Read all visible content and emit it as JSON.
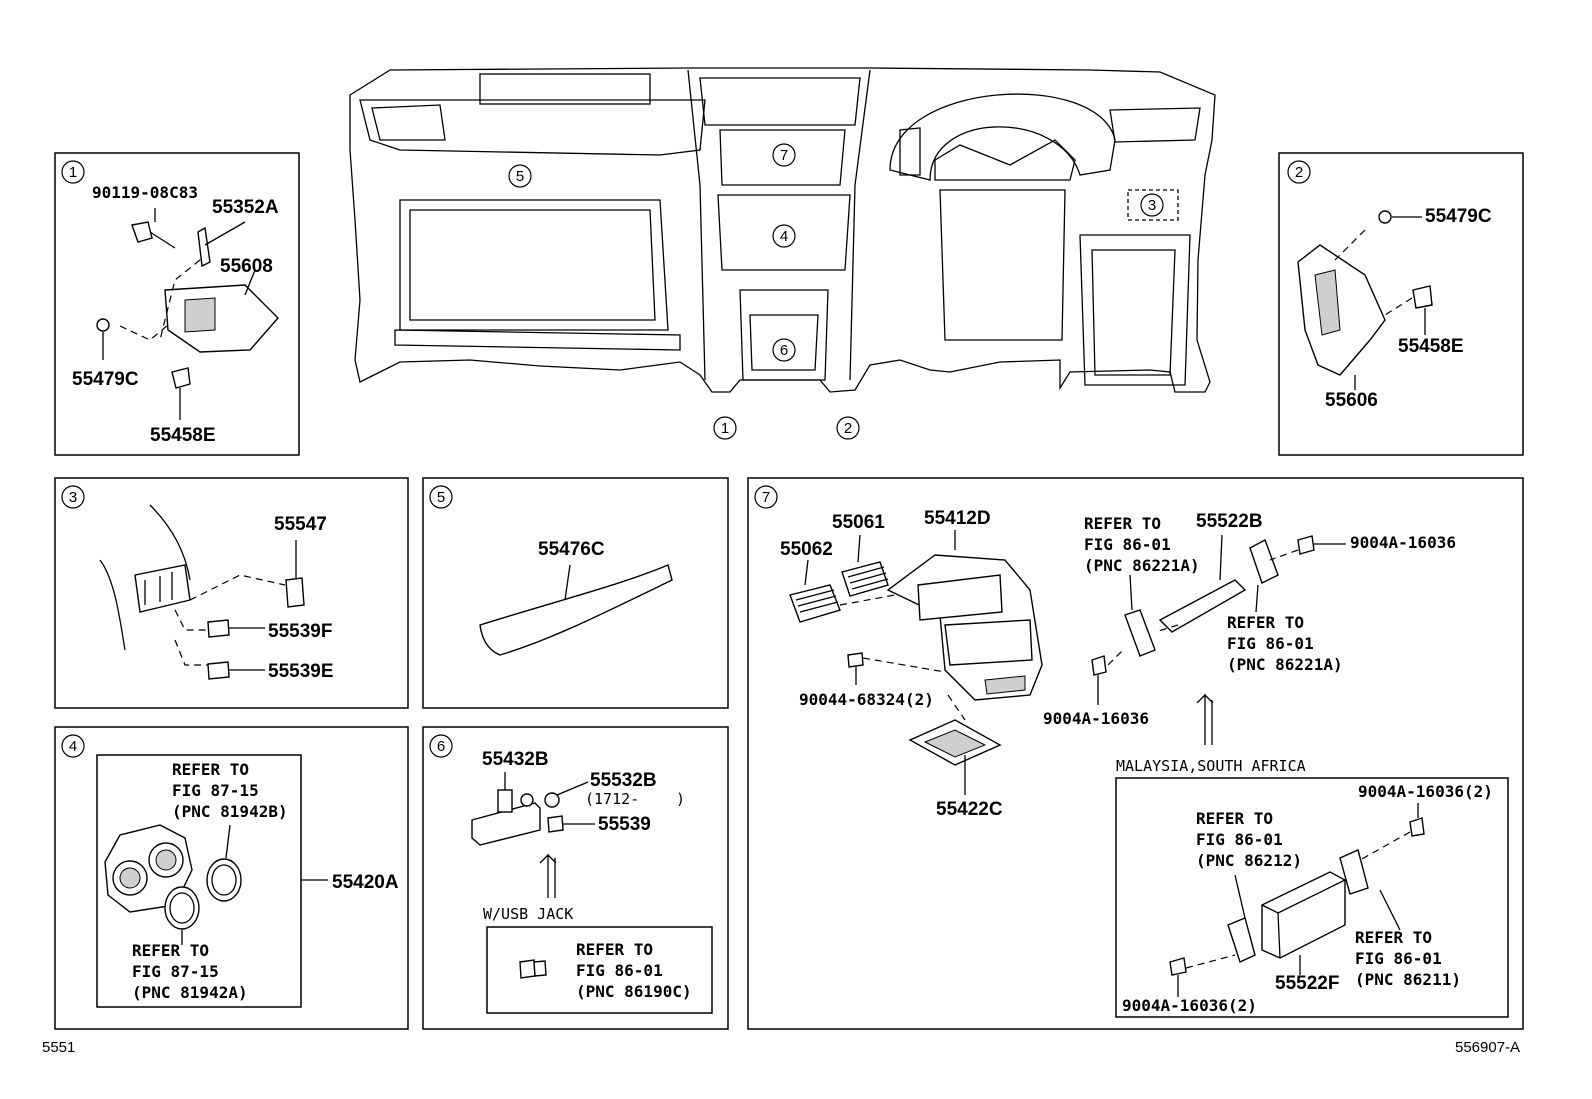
{
  "overview_callouts": [
    "1",
    "2",
    "3",
    "4",
    "5",
    "6",
    "7",
    "1",
    "2"
  ],
  "panel1": {
    "num": "1",
    "parts": [
      "90119-08C83",
      "55352A",
      "55608",
      "55479C",
      "55458E"
    ]
  },
  "panel2": {
    "num": "2",
    "parts": [
      "55479C",
      "55458E",
      "55606"
    ]
  },
  "panel3": {
    "num": "3",
    "parts": [
      "55547",
      "55539F",
      "55539E"
    ]
  },
  "panel4": {
    "num": "4",
    "part": "55420A",
    "refer_top": [
      "REFER TO",
      "FIG 87-15",
      "(PNC 81942B)"
    ],
    "refer_bottom": [
      "REFER TO",
      "FIG 87-15",
      "(PNC 81942A)"
    ]
  },
  "panel5": {
    "num": "5",
    "part": "55476C"
  },
  "panel6": {
    "num": "6",
    "parts": [
      "55432B",
      "55532B",
      "(1712-",
      ")",
      "55539"
    ],
    "condition": "W/USB JACK",
    "refer": [
      "REFER TO",
      "FIG 86-01",
      "(PNC 86190C)"
    ]
  },
  "panel7": {
    "num": "7",
    "parts": [
      "55061",
      "55412D",
      "55062",
      "90044-68324(2)",
      "55422C",
      "55522B",
      "9004A-16036",
      "9004A-16036"
    ],
    "refer_a": [
      "REFER TO",
      "FIG 86-01",
      "(PNC 86221A)"
    ],
    "refer_b": [
      "REFER TO",
      "FIG 86-01",
      "(PNC 86221A)"
    ],
    "condition": "MALAYSIA,SOUTH AFRICA",
    "sub_parts": [
      "9004A-16036(2)",
      "55522F",
      "9004A-16036(2)"
    ],
    "refer_c": [
      "REFER TO",
      "FIG 86-01",
      "(PNC 86212)"
    ],
    "refer_d": [
      "REFER TO",
      "FIG 86-01",
      "(PNC 86211)"
    ]
  },
  "footer": {
    "left": "5551",
    "right": "556907-A"
  }
}
